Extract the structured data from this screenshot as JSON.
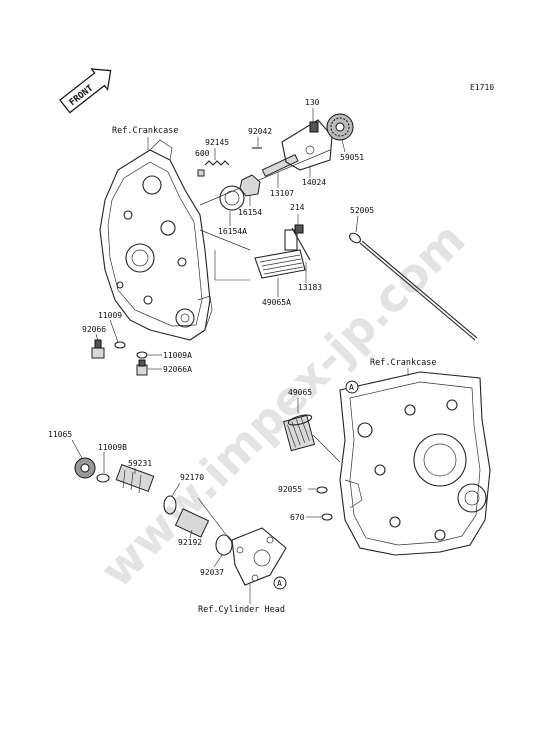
{
  "diagram_code": "E1710",
  "front_marker": "FRONT",
  "watermark": "www.impex-jp.com",
  "refs": {
    "crankcase_top": "Ref.Crankcase",
    "crankcase_right": "Ref.Crankcase",
    "cylinder_head": "Ref.Cylinder Head"
  },
  "callout_letter": "A",
  "parts": {
    "p130": "130",
    "p92042": "92042",
    "p92145": "92145",
    "p600": "600",
    "p59051": "59051",
    "p14024": "14024",
    "p13107": "13107",
    "p16154": "16154",
    "p16154A": "16154A",
    "p214": "214",
    "p52005": "52005",
    "p13183": "13183",
    "p49065A": "49065A",
    "p11009": "11009",
    "p92066": "92066",
    "p11009A": "11009A",
    "p92066A": "92066A",
    "p49065": "49065",
    "p11065": "11065",
    "p11009B": "11009B",
    "p59231": "59231",
    "p92170": "92170",
    "p92055": "92055",
    "p670": "670",
    "p92192": "92192",
    "p92037": "92037"
  }
}
